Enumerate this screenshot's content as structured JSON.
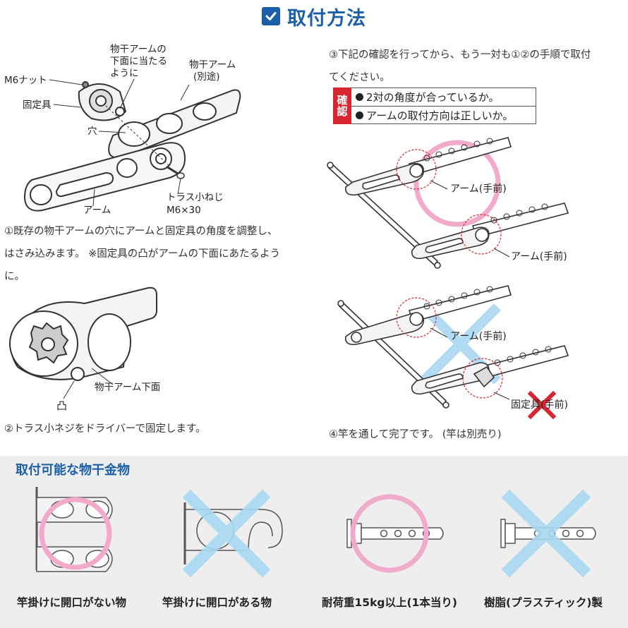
{
  "header": {
    "title": "取付方法",
    "check_icon": "check-box-icon"
  },
  "step1": {
    "labels": {
      "nut": "M6ナット",
      "fixture": "固定具",
      "lower_face_1": "物干アームの",
      "lower_face_2": "下面に当たる",
      "lower_face_3": "ように",
      "arm_sep_1": "物干アーム",
      "arm_sep_2": "(別途)",
      "hole": "穴",
      "arm": "アーム",
      "screw_1": "トラス小ねじ",
      "screw_2": "M6×30"
    },
    "text_1": "①既存の物干アームの穴にアームと固定具の角度を調整し、",
    "text_2": "はさみ込みます。 ※固定具の凸がアームの下面にあたるよう",
    "text_3": "に。"
  },
  "detail": {
    "label": "物干アーム下面",
    "convex": "凸"
  },
  "step2": {
    "text": "②トラス小ネジをドライバーで固定します。"
  },
  "step3": {
    "text_1": "③下記の確認を行ってから、もう一対も①②の手順で取付",
    "text_2": "てください。",
    "confirm_tag_1": "確",
    "confirm_tag_2": "認",
    "confirm_rows": [
      "2対の角度が合っているか。",
      "アームの取付方向は正しいか。"
    ],
    "good_label_1": "アーム(手前)",
    "good_label_2": "アーム(手前)",
    "bad_label_1": "アーム(手前)",
    "bad_label_2": "固定具(手前)"
  },
  "step4": {
    "text": "④竿を通して完了です。 (竿は別売り)"
  },
  "compatible": {
    "title": "取付可能な物干金物",
    "items": [
      {
        "caption": "竿掛けに開口がない物",
        "mark": "circle"
      },
      {
        "caption": "竿掛けに開口がある物",
        "mark": "cross"
      },
      {
        "caption": "耐荷重15kg以上(1本当り)",
        "mark": "circle"
      },
      {
        "caption": "樹脂(プラスティック)製",
        "mark": "cross"
      }
    ]
  },
  "colors": {
    "brand_blue": "#1b5fa8",
    "confirm_red": "#d7262f",
    "ok_pink": "#f2aacb",
    "ng_blue": "#a9d8f2",
    "bad_red": "#d7262f"
  }
}
